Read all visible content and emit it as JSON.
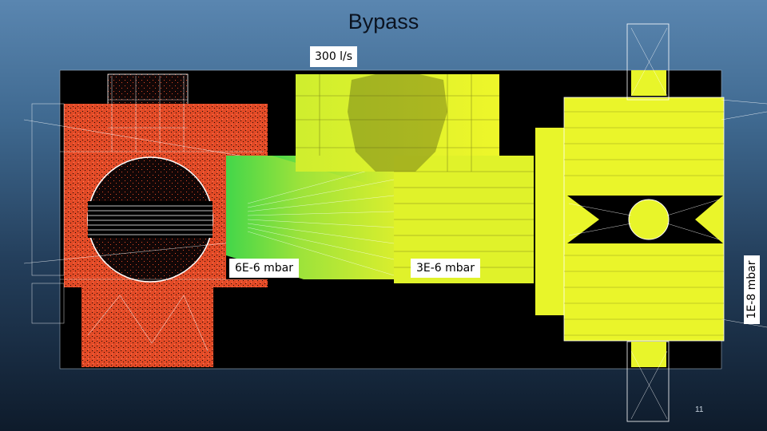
{
  "slide": {
    "title": "Bypass",
    "flow_label": "300 l/s",
    "pressure_labels": [
      "6E-6 mbar",
      "3E-6 mbar",
      "1E-8 mbar"
    ],
    "page_number": "11"
  },
  "colors": {
    "background_top": "#5a86b0",
    "background_bottom": "#0e1b2b",
    "left_chamber": "#e2502a",
    "transition": "#7fdc3c",
    "right_section": "#e6f52a",
    "frame": "#000000",
    "mesh": "#ffffff"
  }
}
